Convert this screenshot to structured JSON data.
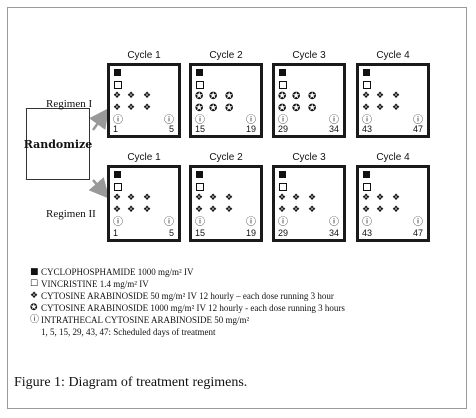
{
  "randomize_label": "Randomize",
  "regimens": [
    {
      "label": "Regimen I",
      "cycles": [
        {
          "title": "Cycle 1",
          "start_day": "1",
          "end_day": "5",
          "mid_symbol": "❖"
        },
        {
          "title": "Cycle 2",
          "start_day": "15",
          "end_day": "19",
          "mid_symbol": "✪"
        },
        {
          "title": "Cycle 3",
          "start_day": "29",
          "end_day": "34",
          "mid_symbol": "✪"
        },
        {
          "title": "Cycle 4",
          "start_day": "43",
          "end_day": "47",
          "mid_symbol": "❖"
        }
      ]
    },
    {
      "label": "Regimen II",
      "cycles": [
        {
          "title": "Cycle 1",
          "start_day": "1",
          "end_day": "5",
          "mid_symbol": "❖"
        },
        {
          "title": "Cycle 2",
          "start_day": "15",
          "end_day": "19",
          "mid_symbol": "❖"
        },
        {
          "title": "Cycle 3",
          "start_day": "29",
          "end_day": "34",
          "mid_symbol": "❖"
        },
        {
          "title": "Cycle 4",
          "start_day": "43",
          "end_day": "47",
          "mid_symbol": "❖"
        }
      ]
    }
  ],
  "intrathecal_symbol": "ⓘ",
  "legend": [
    {
      "symbol": "■",
      "text": "CYCLOPHOSPHAMIDE 1000 mg/m² IV"
    },
    {
      "symbol": "☐",
      "text": "VINCRISTINE 1.4 mg/m² IV"
    },
    {
      "symbol": "❖",
      "text": "CYTOSINE ARABINOSIDE 50 mg/m² IV 12 hourly – each dose running 3 hour"
    },
    {
      "symbol": "✪",
      "text": "CYTOSINE ARABINOSIDE 1000 mg/m² IV 12 hourly  - each dose running 3 hours"
    },
    {
      "symbol": "ⓘ",
      "text": "INTRATHECAL CYTOSINE ARABINOSIDE 50 mg/m²"
    },
    {
      "symbol": "",
      "text": "1, 5, 15, 29, 43, 47: Scheduled days of treatment"
    }
  ],
  "caption": "Figure 1: Diagram of treatment regimens."
}
